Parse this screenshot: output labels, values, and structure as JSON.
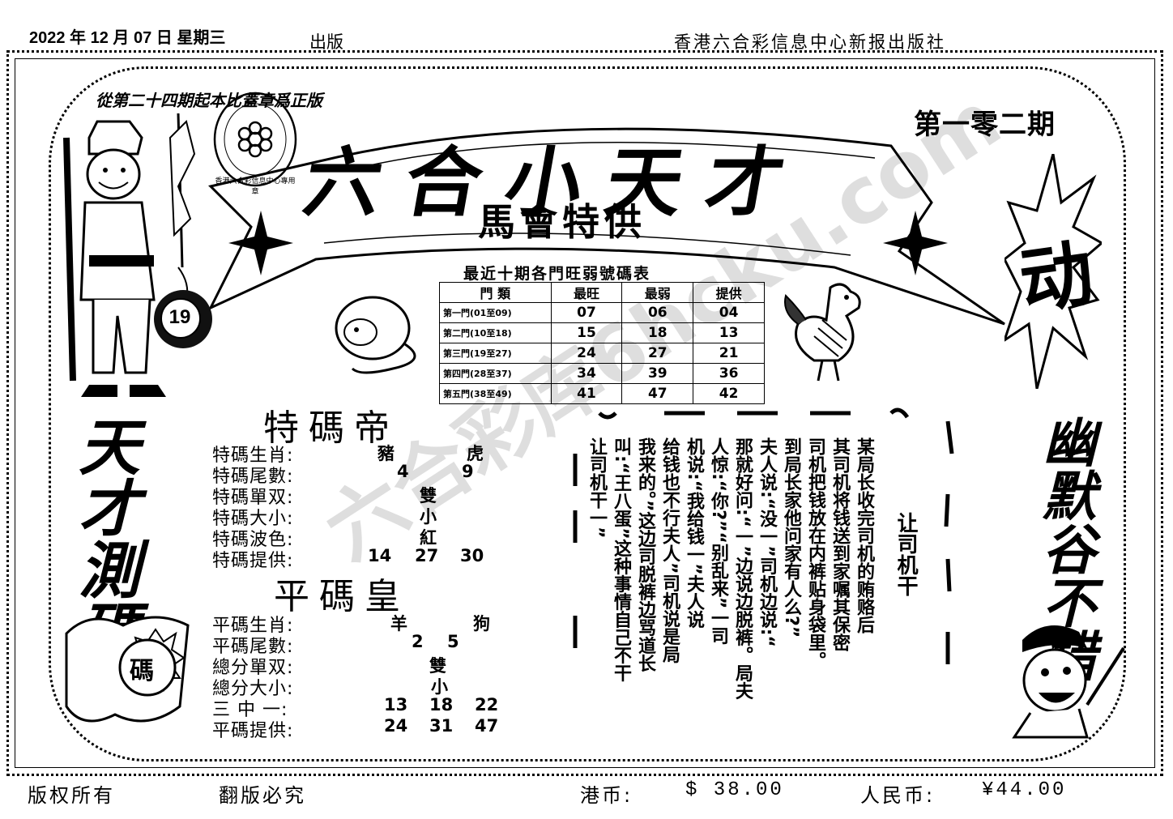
{
  "header": {
    "date_line": "2022 年 12 月 07 日  星期三",
    "publish": "出版",
    "publisher": "香港六合彩信息中心新报出版社"
  },
  "stamp_note": "從第二十四期起本比蓋章爲正版",
  "stamp_text": "香港六合彩信息中心專用章",
  "issue": "第一零二期",
  "title": {
    "main": "六合小天才",
    "subtitle": "馬會特供"
  },
  "ball_number": "19",
  "watermark": "六合彩库6hcku.com",
  "left_vertical": "天才測碼",
  "right_vertical": "幽默谷不錯",
  "burst_char": "动",
  "badge_char": "碼",
  "table": {
    "title": "最近十期各門旺弱號碼表",
    "headers": [
      "門  類",
      "最旺",
      "最弱",
      "提供"
    ],
    "rows": [
      {
        "door": "第一門(01至09)",
        "max": "07",
        "min": "06",
        "give": "04"
      },
      {
        "door": "第二門(10至18)",
        "max": "15",
        "min": "18",
        "give": "13"
      },
      {
        "door": "第三門(19至27)",
        "max": "24",
        "min": "27",
        "give": "21"
      },
      {
        "door": "第四門(28至37)",
        "max": "34",
        "min": "39",
        "give": "36"
      },
      {
        "door": "第五門(38至49)",
        "max": "41",
        "min": "47",
        "give": "42"
      }
    ]
  },
  "special": {
    "heading": "特碼帝",
    "rows": [
      {
        "label": "特碼生肖:",
        "values": [
          "豬",
          "虎"
        ]
      },
      {
        "label": "特碼尾數:",
        "values": [
          "4",
          "9"
        ]
      },
      {
        "label": "特碼單双:",
        "values": [
          "雙"
        ]
      },
      {
        "label": "特碼大小:",
        "values": [
          "小"
        ]
      },
      {
        "label": "特碼波色:",
        "values": [
          "紅"
        ]
      },
      {
        "label": "特碼提供:",
        "values": [
          "14",
          "27",
          "30"
        ]
      }
    ]
  },
  "normal": {
    "heading": "平碼皇",
    "rows": [
      {
        "label": "平碼生肖:",
        "values": [
          "羊",
          "狗"
        ]
      },
      {
        "label": "平碼尾數:",
        "values": [
          "2",
          "5"
        ]
      },
      {
        "label": "總分單双:",
        "values": [
          "雙"
        ]
      },
      {
        "label": "總分大小:",
        "values": [
          "小"
        ]
      },
      {
        "label": "三 中 一:",
        "values": [
          "13",
          "18",
          "22"
        ]
      },
      {
        "label": "平碼提供:",
        "values": [
          "24",
          "31",
          "47"
        ]
      }
    ]
  },
  "story": {
    "columns": [
      "某局长收完司机的贿赂后",
      "其司机将钱送到家嘱其保密",
      "司机把钱放在内裤贴身袋里。",
      "到局长家他问家有人么?”",
      "夫人说:“没一”司机边说:“",
      "那就好问:“一”边说边脱裤。局夫",
      "人惊:“你?”“别乱来”一司",
      "机说:“我给钱一”夫人说",
      "给钱也不行夫人”司机说是局",
      "我来的。”这边司脱裤边骂道长",
      "叫:“王八蛋”这种事情自己不干",
      "让司机干一”"
    ],
    "final_column": "让司机干"
  },
  "footer": {
    "rights": "版权所有",
    "no_copy": "翻版必究",
    "hkd_label": "港币:",
    "hkd_value": "$ 38.00",
    "rmb_label": "人民币:",
    "rmb_value": "¥44.00"
  }
}
